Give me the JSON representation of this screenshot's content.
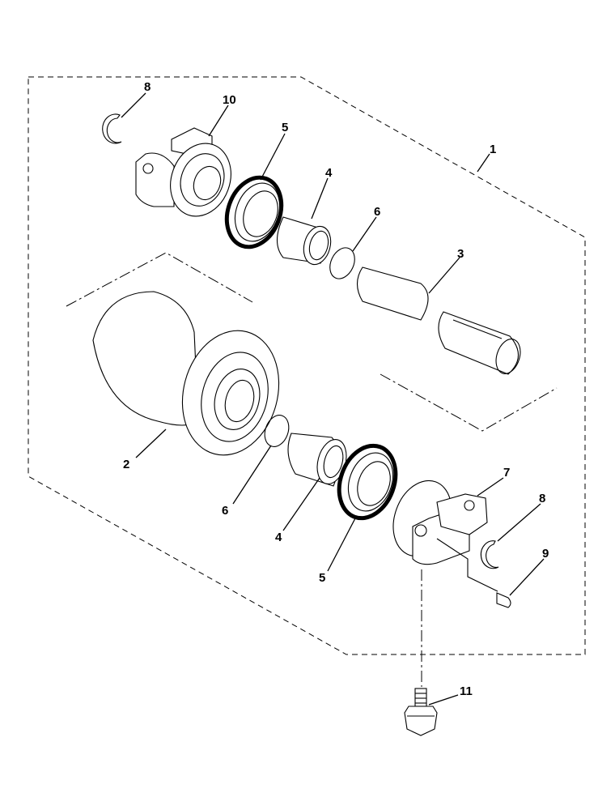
{
  "callouts": [
    {
      "id": "c1",
      "text": "1"
    },
    {
      "id": "c2",
      "text": "2"
    },
    {
      "id": "c3",
      "text": "3"
    },
    {
      "id": "c4a",
      "text": "4"
    },
    {
      "id": "c4b",
      "text": "4"
    },
    {
      "id": "c5a",
      "text": "5"
    },
    {
      "id": "c5b",
      "text": "5"
    },
    {
      "id": "c6a",
      "text": "6"
    },
    {
      "id": "c6b",
      "text": "6"
    },
    {
      "id": "c7",
      "text": "7"
    },
    {
      "id": "c8a",
      "text": "8"
    },
    {
      "id": "c8b",
      "text": "8"
    },
    {
      "id": "c9",
      "text": "9"
    },
    {
      "id": "c10",
      "text": "10"
    },
    {
      "id": "c11",
      "text": "11"
    }
  ],
  "colors": {
    "line": "#000000",
    "background": "#ffffff"
  }
}
